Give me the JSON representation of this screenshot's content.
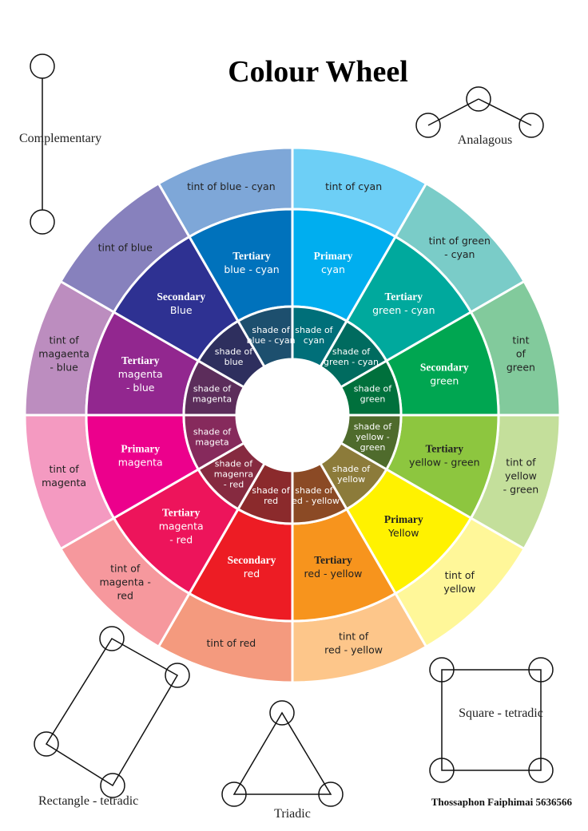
{
  "title": "Colour Wheel",
  "author": "Thossaphon Faiphimai  5636566",
  "harmonies": {
    "complementary": "Complementary",
    "analagous": "Analagous",
    "square": "Square - tetradic",
    "rectangle": "Rectangle - tetradic",
    "triadic": "Triadic"
  },
  "wheel": {
    "segments": [
      {
        "id": "cyan",
        "middle": {
          "color": "#00aeef",
          "bold": "Primary",
          "text": [
            "cyan"
          ]
        },
        "outer": {
          "color": "#6dcff6",
          "text": [
            "tint of cyan"
          ]
        },
        "inner": {
          "color": "#006f79",
          "text": [
            "shade of",
            "cyan"
          ]
        }
      },
      {
        "id": "green-cyan",
        "middle": {
          "color": "#00a99d",
          "bold": "Tertiary",
          "text": [
            "green - cyan"
          ]
        },
        "outer": {
          "color": "#7accc8",
          "text": [
            "tint of green",
            "- cyan"
          ]
        },
        "inner": {
          "color": "#006b5f",
          "text": [
            "shade of",
            "green - cyan"
          ]
        }
      },
      {
        "id": "green",
        "middle": {
          "color": "#00a651",
          "bold": "Secondary",
          "text": [
            "green"
          ]
        },
        "outer": {
          "color": "#82ca9c",
          "text": [
            "tint",
            "of",
            "green"
          ]
        },
        "inner": {
          "color": "#00703c",
          "text": [
            "shade of",
            "green"
          ]
        }
      },
      {
        "id": "yellow-green",
        "middle": {
          "color": "#8dc63f",
          "bold": "Tertiary",
          "text": [
            "yellow - green"
          ]
        },
        "outer": {
          "color": "#c4df9b",
          "text": [
            "tint of",
            "yellow",
            "- green"
          ]
        },
        "inner": {
          "color": "#4f6b2c",
          "text": [
            "shade of",
            "yellow -",
            "green"
          ]
        }
      },
      {
        "id": "yellow",
        "middle": {
          "color": "#fff200",
          "bold": "Primary",
          "text": [
            "Yellow"
          ]
        },
        "outer": {
          "color": "#fff799",
          "text": [
            "tint of",
            "yellow"
          ]
        },
        "inner": {
          "color": "#8c7b3a",
          "text": [
            "shade of",
            "yellow"
          ]
        }
      },
      {
        "id": "red-yellow",
        "middle": {
          "color": "#f7941d",
          "bold": "Tertiary",
          "text": [
            "red - yellow"
          ]
        },
        "outer": {
          "color": "#fdc68a",
          "text": [
            "tint of",
            "red - yellow"
          ]
        },
        "inner": {
          "color": "#8b4a25",
          "text": [
            "shade of",
            "red - yellow"
          ]
        }
      },
      {
        "id": "red",
        "middle": {
          "color": "#ed1c24",
          "bold": "Secondary",
          "text": [
            "red"
          ]
        },
        "outer": {
          "color": "#f49a7e",
          "text": [
            "tint of red"
          ]
        },
        "inner": {
          "color": "#8b2a2c",
          "text": [
            "shade of",
            "red"
          ]
        }
      },
      {
        "id": "magenta-red",
        "middle": {
          "color": "#ed145b",
          "bold": "Tertiary",
          "text": [
            "magenta",
            "- red"
          ]
        },
        "outer": {
          "color": "#f6989d",
          "text": [
            "tint of",
            "magenta -",
            "red"
          ]
        },
        "inner": {
          "color": "#862a40",
          "text": [
            "shade of",
            "magenra",
            "- red"
          ]
        }
      },
      {
        "id": "magenta",
        "middle": {
          "color": "#ec008c",
          "bold": "Primary",
          "text": [
            "magenta"
          ]
        },
        "outer": {
          "color": "#f49ac1",
          "text": [
            "tint of",
            "magenta"
          ]
        },
        "inner": {
          "color": "#862a5c",
          "text": [
            "shade of",
            "mageta"
          ]
        }
      },
      {
        "id": "magenta-blue",
        "middle": {
          "color": "#92278f",
          "bold": "Tertiary",
          "text": [
            "magenta",
            "- blue"
          ]
        },
        "outer": {
          "color": "#bc8dbf",
          "text": [
            "tint of",
            "magaenta",
            "- blue"
          ]
        },
        "inner": {
          "color": "#5c2d5b",
          "text": [
            "shade of",
            "magenta"
          ]
        }
      },
      {
        "id": "blue",
        "middle": {
          "color": "#2e3192",
          "bold": "Secondary",
          "text": [
            "Blue"
          ]
        },
        "outer": {
          "color": "#8781bd",
          "text": [
            "tint of blue"
          ]
        },
        "inner": {
          "color": "#2e2f5e",
          "text": [
            "shade of",
            "blue"
          ]
        }
      },
      {
        "id": "blue-cyan",
        "middle": {
          "color": "#0072bc",
          "bold": "Tertiary",
          "text": [
            "blue - cyan"
          ]
        },
        "outer": {
          "color": "#7ea7d8",
          "text": [
            "tint of blue - cyan"
          ]
        },
        "inner": {
          "color": "#1d4f6e",
          "text": [
            "shade of",
            "blue - cyan"
          ]
        }
      }
    ]
  }
}
